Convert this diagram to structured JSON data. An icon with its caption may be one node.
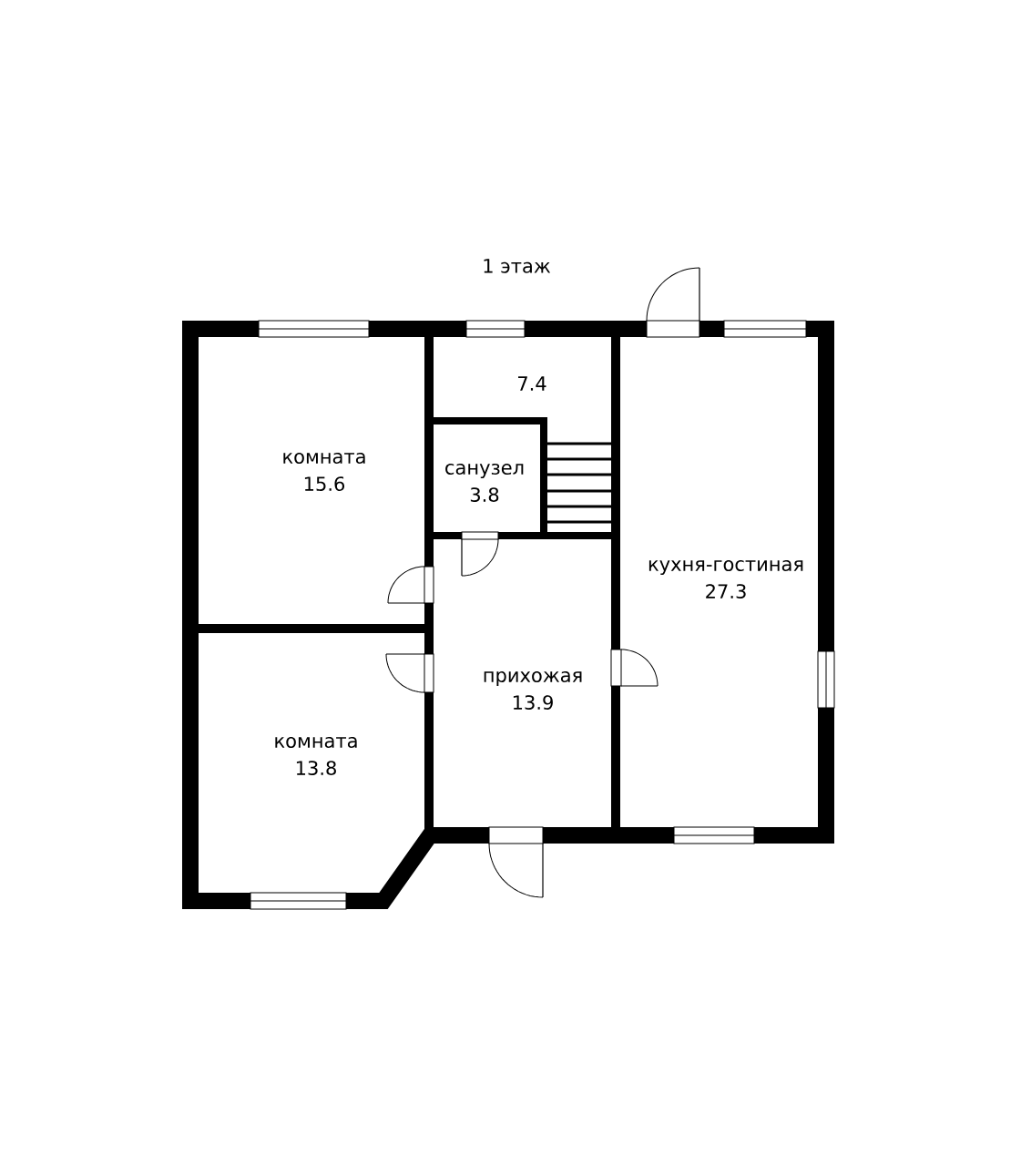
{
  "diagram": {
    "title": "1 этаж",
    "nodes": [
      {
        "text": [
          "комната",
          "15.6"
        ]
      },
      {
        "text": [
          "7.4"
        ]
      },
      {
        "text": [
          "санузел",
          "3.8"
        ]
      },
      {
        "text": [
          "кухня-гостиная",
          "27.3"
        ]
      },
      {
        "text": [
          "прихожая",
          "13.9"
        ]
      },
      {
        "text": [
          "комната",
          "13.8"
        ]
      }
    ],
    "edges": []
  }
}
